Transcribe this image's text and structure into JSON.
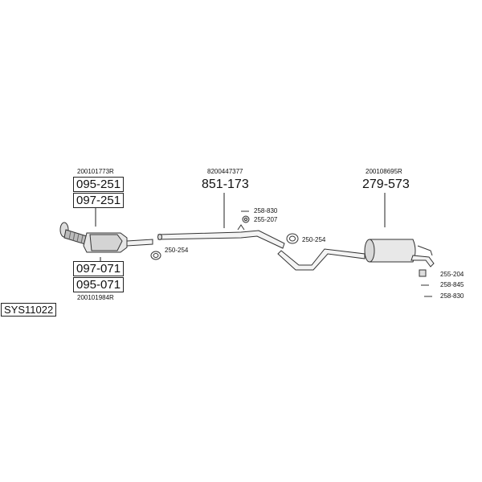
{
  "system_code": "SYS11022",
  "catalytic_converter": {
    "oem_top": "200101773R",
    "oem_bottom": "200101984R",
    "parts_top": [
      "095-251",
      "097-251"
    ],
    "parts_bottom": [
      "097-071",
      "095-071"
    ],
    "clamp": "250-254"
  },
  "middle_pipe": {
    "oem": "8200447377",
    "part": "851-173",
    "fittings": [
      "258-830",
      "255-207"
    ],
    "clamp": "250-254"
  },
  "rear_silencer": {
    "oem": "200108695R",
    "part": "279-573",
    "fittings": [
      "255-204",
      "258-845",
      "258-830"
    ]
  }
}
